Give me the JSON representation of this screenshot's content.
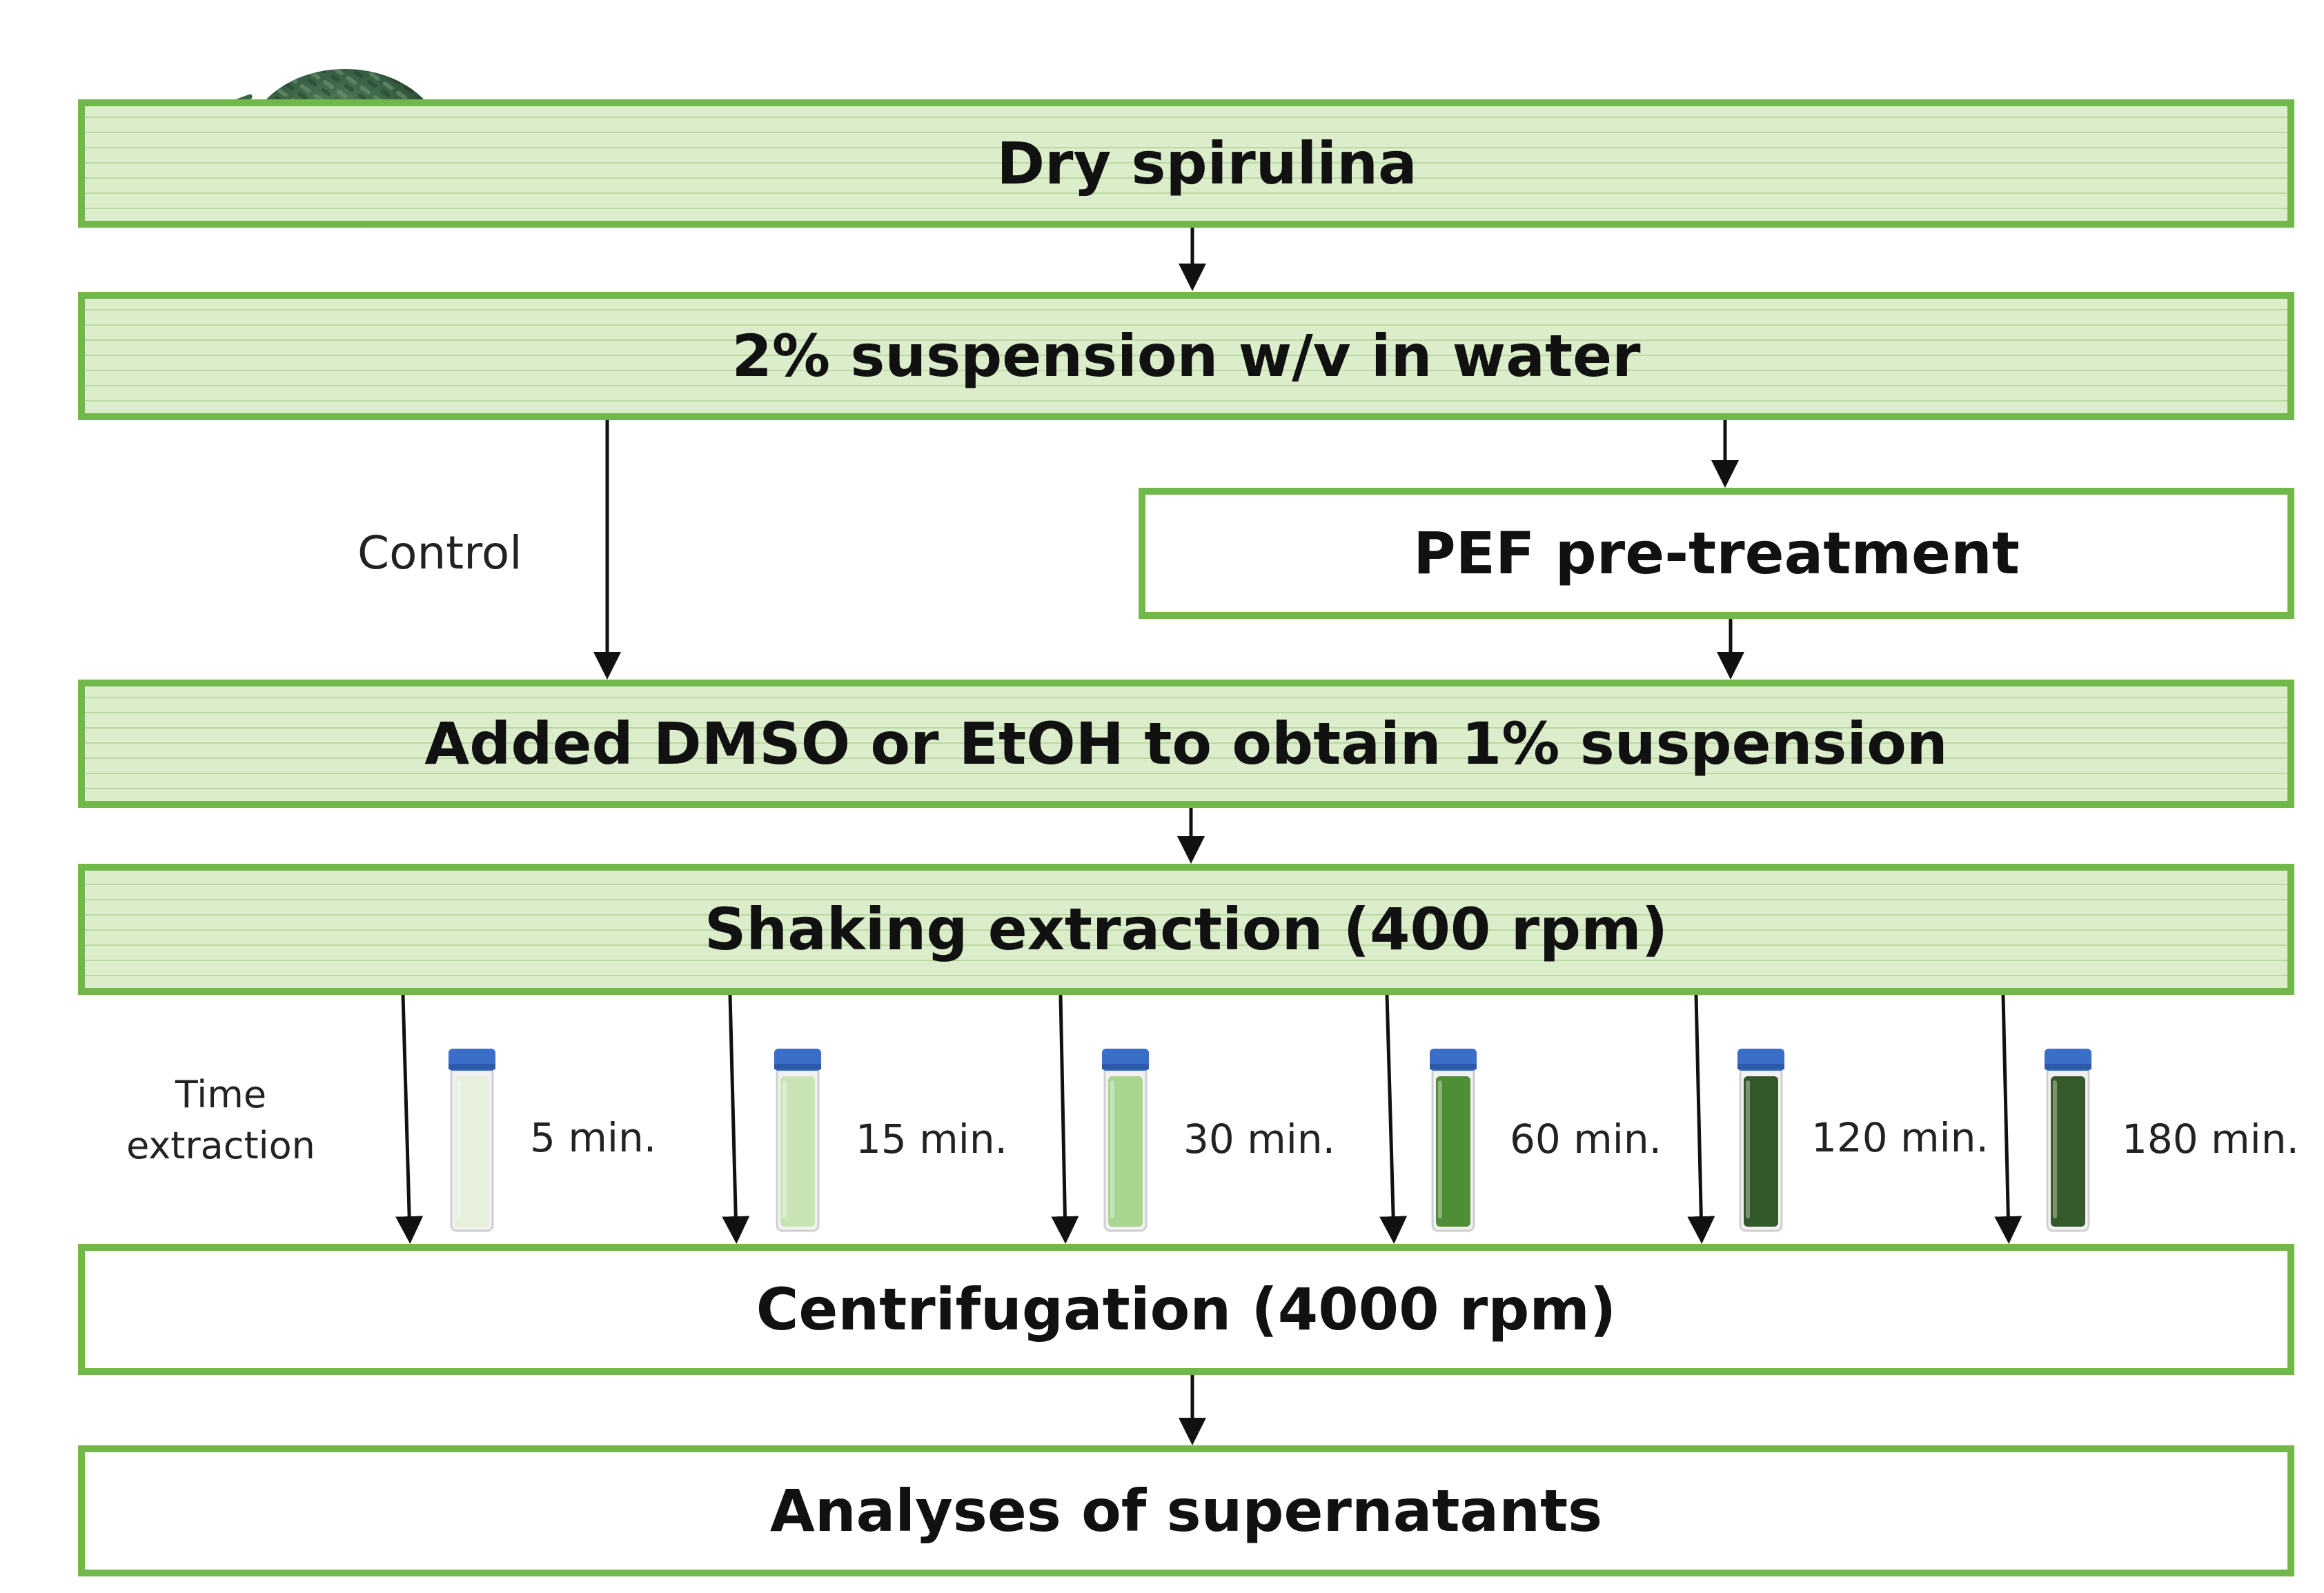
{
  "steps": {
    "dry": "Dry spirulina",
    "suspension": "2% suspension w/v in water",
    "pef": "PEF pre-treatment",
    "added": "Added DMSO or EtOH to obtain 1% suspension",
    "shaking": "Shaking extraction (400 rpm)",
    "centrifugation": "Centrifugation (4000 rpm)",
    "analyses": "Analyses of supernatants"
  },
  "labels": {
    "control": "Control",
    "time_line1": "Time",
    "time_line2": "extraction"
  },
  "times": [
    "5 min.",
    "15 min.",
    "30 min.",
    "60 min.",
    "120 min.",
    "180 min."
  ],
  "colors": {
    "border": "#70b84a",
    "fill": "#dcedcb",
    "cap": "#3a6ec8",
    "tube_liquids": [
      "#e6f0dc",
      "#c8e4b4",
      "#a8d68e",
      "#4f8e34",
      "#33592a",
      "#365a2a"
    ]
  }
}
